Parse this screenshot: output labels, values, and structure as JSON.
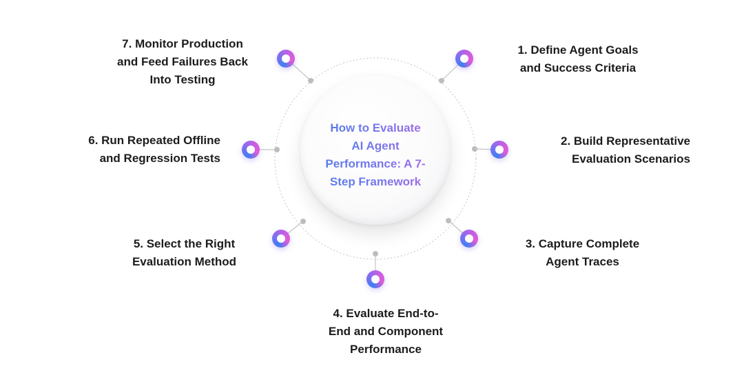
{
  "title": "How to Evaluate\nAI Agent\nPerformance: A 7-\nStep Framework",
  "steps": [
    {
      "label": "1. Define Agent Goals\nand Success Criteria"
    },
    {
      "label": "2. Build Representative\nEvaluation Scenarios"
    },
    {
      "label": "3. Capture Complete\nAgent Traces"
    },
    {
      "label": "4. Evaluate End-to-\nEnd and Component\nPerformance"
    },
    {
      "label": "5. Select the Right\nEvaluation Method"
    },
    {
      "label": "6. Run Repeated Offline\nand Regression Tests"
    },
    {
      "label": "7. Monitor Production\nand Feed Failures Back\nInto Testing"
    }
  ],
  "colors": {
    "node_gradient": [
      "#3f7ef3",
      "#7f6ff1",
      "#c060e4",
      "#e25bd8"
    ],
    "title_gradient": [
      "#4f7fe8",
      "#b168e6"
    ],
    "connector": "#bfbfbf",
    "text": "#1c1c1c"
  }
}
